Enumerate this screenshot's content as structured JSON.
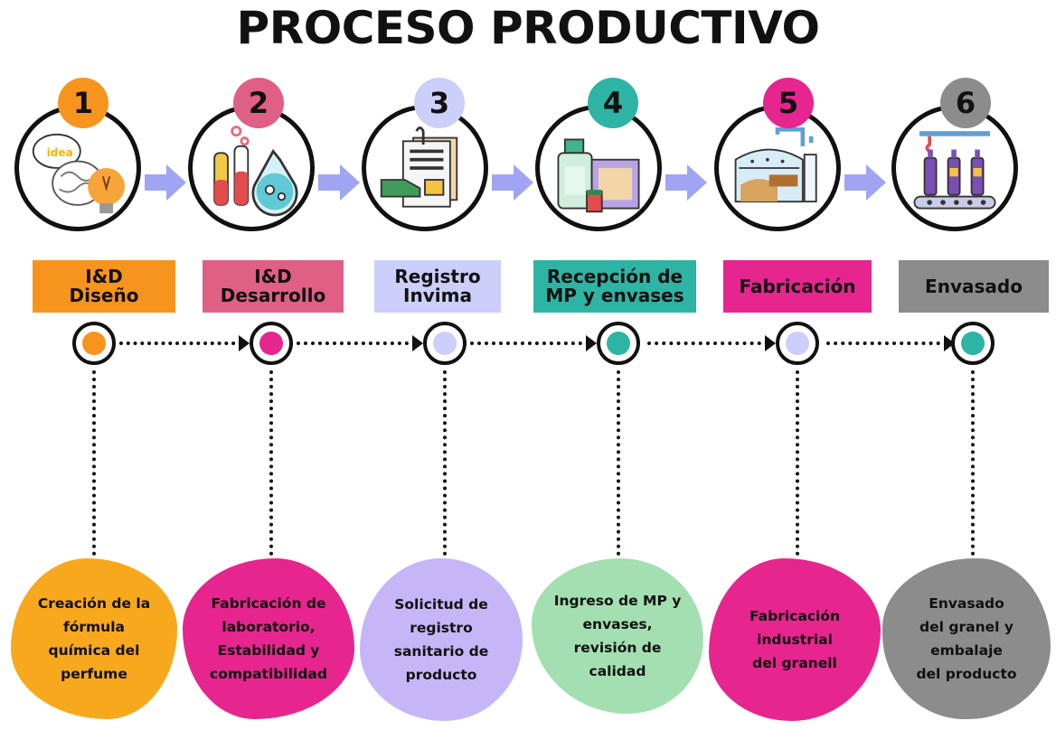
{
  "title": "PROCESO PRODUCTIVO",
  "colors": {
    "orange": "#f7941d",
    "rose": "#e05f84",
    "lavender": "#cccffa",
    "teal": "#2db4a4",
    "magenta": "#e6258f",
    "gray": "#8c8c8c",
    "arrow": "#9fa5f2"
  },
  "steps": [
    {
      "number": "1",
      "label_line1": "I&D",
      "label_line2": "Diseño",
      "description": [
        "Creación de la",
        "fórmula",
        "química del",
        "perfume"
      ],
      "icon": "idea-brain-bulb-icon"
    },
    {
      "number": "2",
      "label_line1": "I&D",
      "label_line2": "Desarrollo",
      "description": [
        "Fabricación de",
        "laboratorio,",
        "Estabilidad y",
        "compatibilidad"
      ],
      "icon": "lab-flasks-icon"
    },
    {
      "number": "3",
      "label_line1": "Registro",
      "label_line2": "Invima",
      "description": [
        "Solicitud de",
        "registro",
        "sanitario de",
        "producto"
      ],
      "icon": "document-handover-icon"
    },
    {
      "number": "4",
      "label_line1": "Recepción de",
      "label_line2": "MP y envases",
      "description": [
        "Ingreso de MP y",
        "envases,",
        "revisión de",
        "calidad"
      ],
      "icon": "raw-materials-containers-icon"
    },
    {
      "number": "5",
      "label_line1": "Fabricación",
      "label_line2": "",
      "description": [
        "Fabricación",
        "industrial",
        "del granell"
      ],
      "icon": "industrial-tank-icon"
    },
    {
      "number": "6",
      "label_line1": "Envasado",
      "label_line2": "",
      "description": [
        "Envasado",
        "del granel y",
        "embalaje",
        "del producto"
      ],
      "icon": "bottling-conveyor-icon"
    }
  ]
}
